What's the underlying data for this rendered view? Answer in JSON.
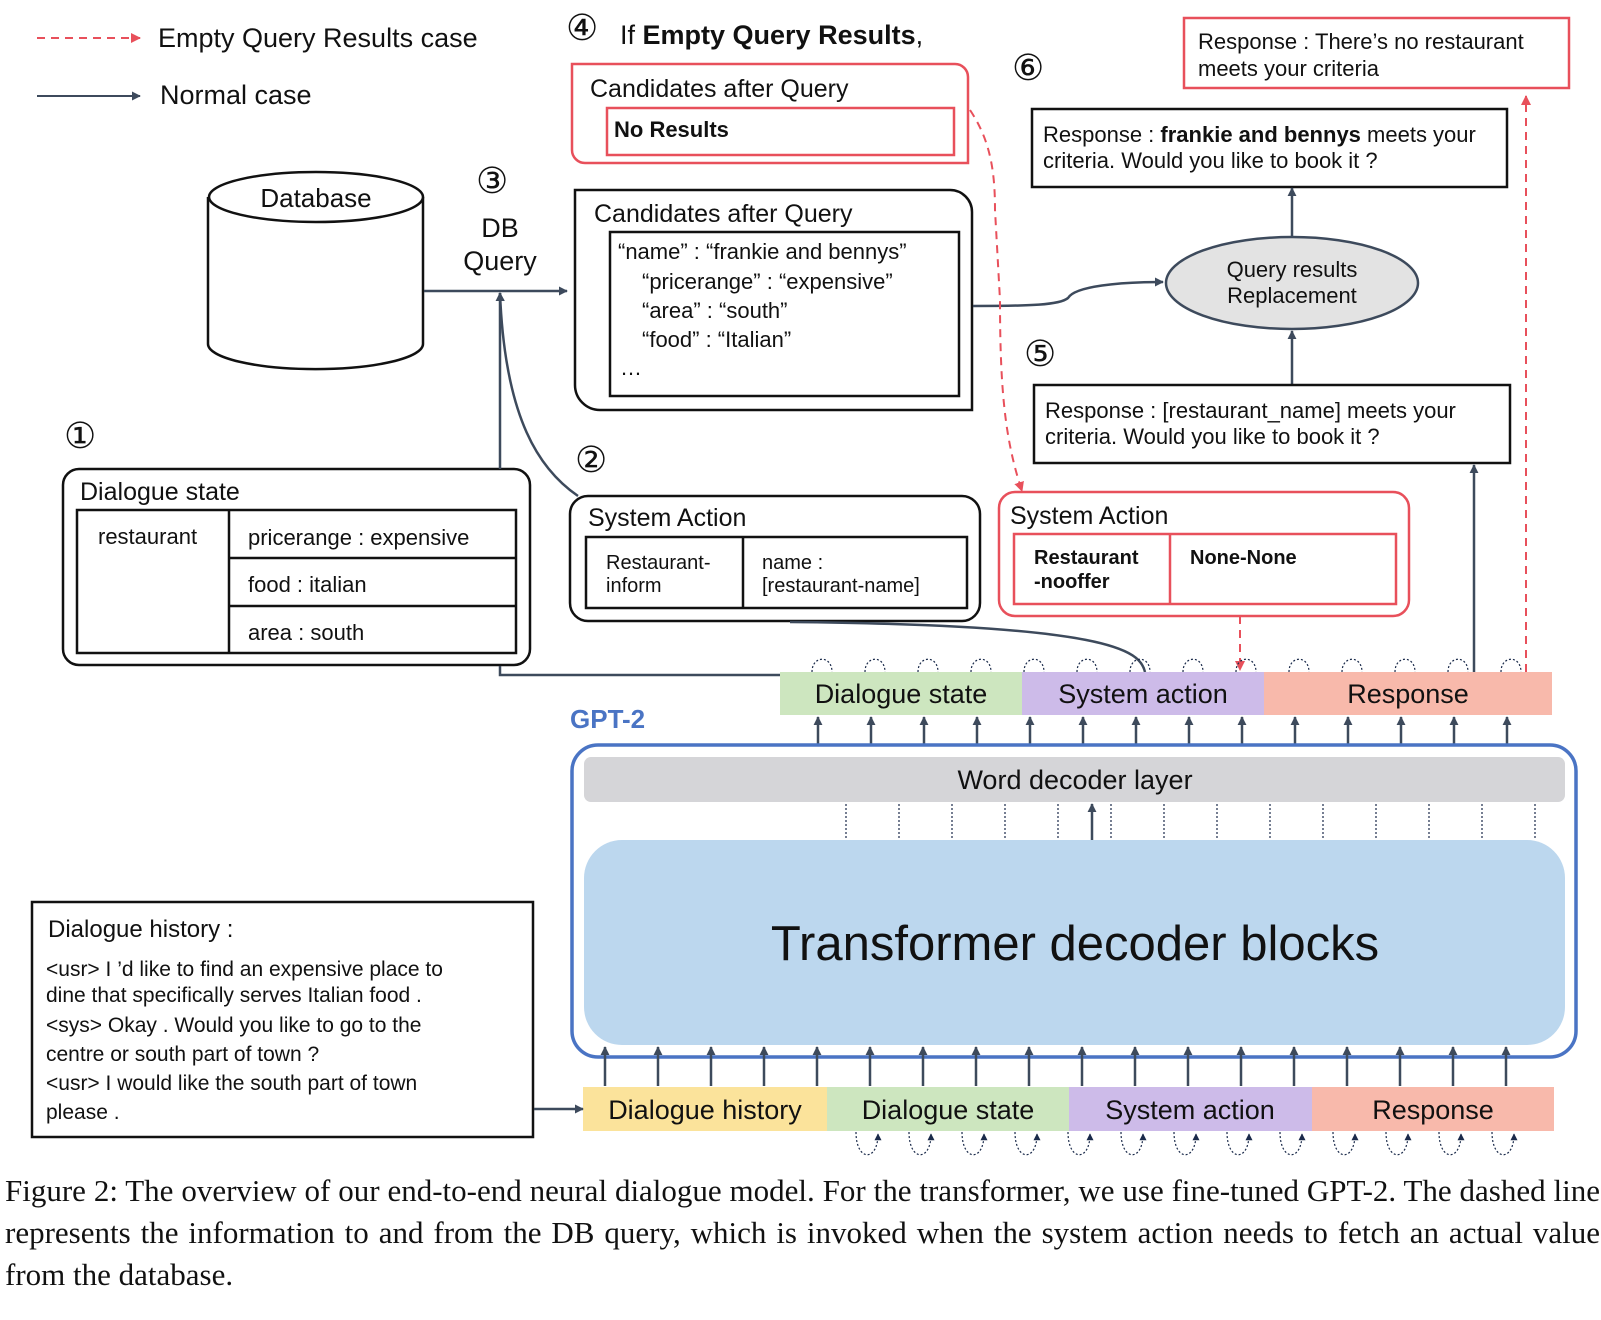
{
  "legend": {
    "empty_case": "Empty Query Results case",
    "normal_case": "Normal case"
  },
  "steps": {
    "s1": "①",
    "s2": "②",
    "s3": "③",
    "s4": "④",
    "s5": "⑤",
    "s6": "⑥"
  },
  "empty_header": {
    "prefix": "If ",
    "bold": "Empty Query Results",
    "suffix": ","
  },
  "empty_candidates": {
    "title": "Candidates after Query",
    "content": "No Results"
  },
  "database": {
    "label": "Database"
  },
  "db_query": {
    "line1": "DB",
    "line2": "Query"
  },
  "candidates": {
    "title": "Candidates after Query",
    "lines": [
      "“name” : “frankie and bennys”",
      "“pricerange” : “expensive”",
      "“area” : “south”",
      "“food” : “Italian”",
      "…"
    ]
  },
  "query_replacement": {
    "line1": "Query results",
    "line2": "Replacement"
  },
  "empty_response": {
    "line1": "Response : There’s no restaurant",
    "line2": "meets your criteria"
  },
  "final_response": {
    "prefix": "Response : ",
    "bold": "frankie and bennys",
    "suffix": " meets your",
    "line2": "criteria. Would you like to book it ?"
  },
  "template_response": {
    "line1": "Response : [restaurant_name] meets your",
    "line2": "criteria. Would you like to book it ?"
  },
  "dialogue_state": {
    "title": "Dialogue state",
    "domain": "restaurant",
    "slots": [
      "pricerange : expensive",
      "food : italian",
      "area : south"
    ]
  },
  "system_action": {
    "title": "System Action",
    "act_line1": "Restaurant-",
    "act_line2": "inform",
    "slot_line1": "name :",
    "slot_line2": "[restaurant-name]"
  },
  "empty_system_action": {
    "title": "System Action",
    "act_line1": "Restaurant",
    "act_line2": "-nooffer",
    "slot": "None-None"
  },
  "gpt2": {
    "label": "GPT-2",
    "word_decoder": "Word decoder layer",
    "transformer": "Transformer decoder blocks"
  },
  "output_segments": [
    "Dialogue state",
    "System action",
    "Response"
  ],
  "input_segments": [
    "Dialogue history",
    "Dialogue state",
    "System action",
    "Response"
  ],
  "dialogue_history": {
    "title": "Dialogue history :",
    "lines": [
      "<usr> I ’d like to find an expensive place to",
      "dine that specifically serves Italian food .",
      "<sys> Okay . Would you like to go to the",
      "centre or south part of town ?",
      "<usr> I would like the south part of town",
      "please ."
    ]
  },
  "caption": "Figure 2: The overview of our end-to-end neural dialogue model. For the transformer, we use fine-tuned GPT-2. The dashed line represents the information to and from the DB query, which is invoked when the system action needs to fetch an actual value from the database.",
  "colors": {
    "accent_red": "#e8505b",
    "arrow_dark": "#3d4a5c",
    "gpt_blue": "#4a74c4",
    "transformer_fill": "#bcd7ee",
    "decoder_fill": "#d5d5d8",
    "seg_history": "#fbe39b",
    "seg_state": "#cde6bf",
    "seg_action": "#cdbbe9",
    "seg_response": "#f8b9ab",
    "ellipse_fill": "#e3e3e3"
  }
}
